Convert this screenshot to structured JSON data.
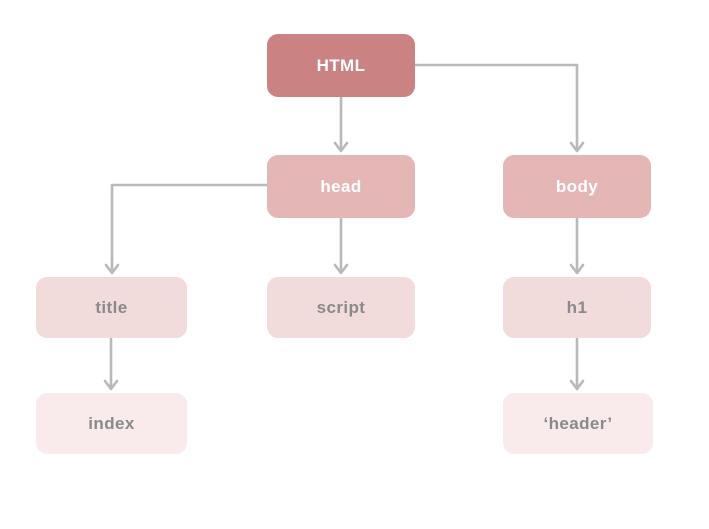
{
  "diagram": {
    "nodes": [
      {
        "id": "html",
        "label": "HTML",
        "level": 1
      },
      {
        "id": "head",
        "label": "head",
        "level": 2
      },
      {
        "id": "body",
        "label": "body",
        "level": 2
      },
      {
        "id": "title",
        "label": "title",
        "level": 3
      },
      {
        "id": "script",
        "label": "script",
        "level": 3
      },
      {
        "id": "h1",
        "label": "h1",
        "level": 3
      },
      {
        "id": "index",
        "label": "index",
        "level": 4
      },
      {
        "id": "header",
        "label": "‘header’",
        "level": 4
      }
    ],
    "edges": [
      {
        "from": "html",
        "to": "head"
      },
      {
        "from": "html",
        "to": "body"
      },
      {
        "from": "head",
        "to": "title"
      },
      {
        "from": "head",
        "to": "script"
      },
      {
        "from": "body",
        "to": "h1"
      },
      {
        "from": "title",
        "to": "index"
      },
      {
        "from": "h1",
        "to": "header"
      }
    ],
    "colors": {
      "level1_fill": "#cb8282",
      "level2_fill": "#e5b6b6",
      "level3_fill": "#f2dbdb",
      "level4_fill": "#f9ebeb",
      "light_text": "#ffffff",
      "dark_text": "#8a8a8a",
      "connector": "#b9b9b9",
      "background": "#ffffff"
    }
  }
}
